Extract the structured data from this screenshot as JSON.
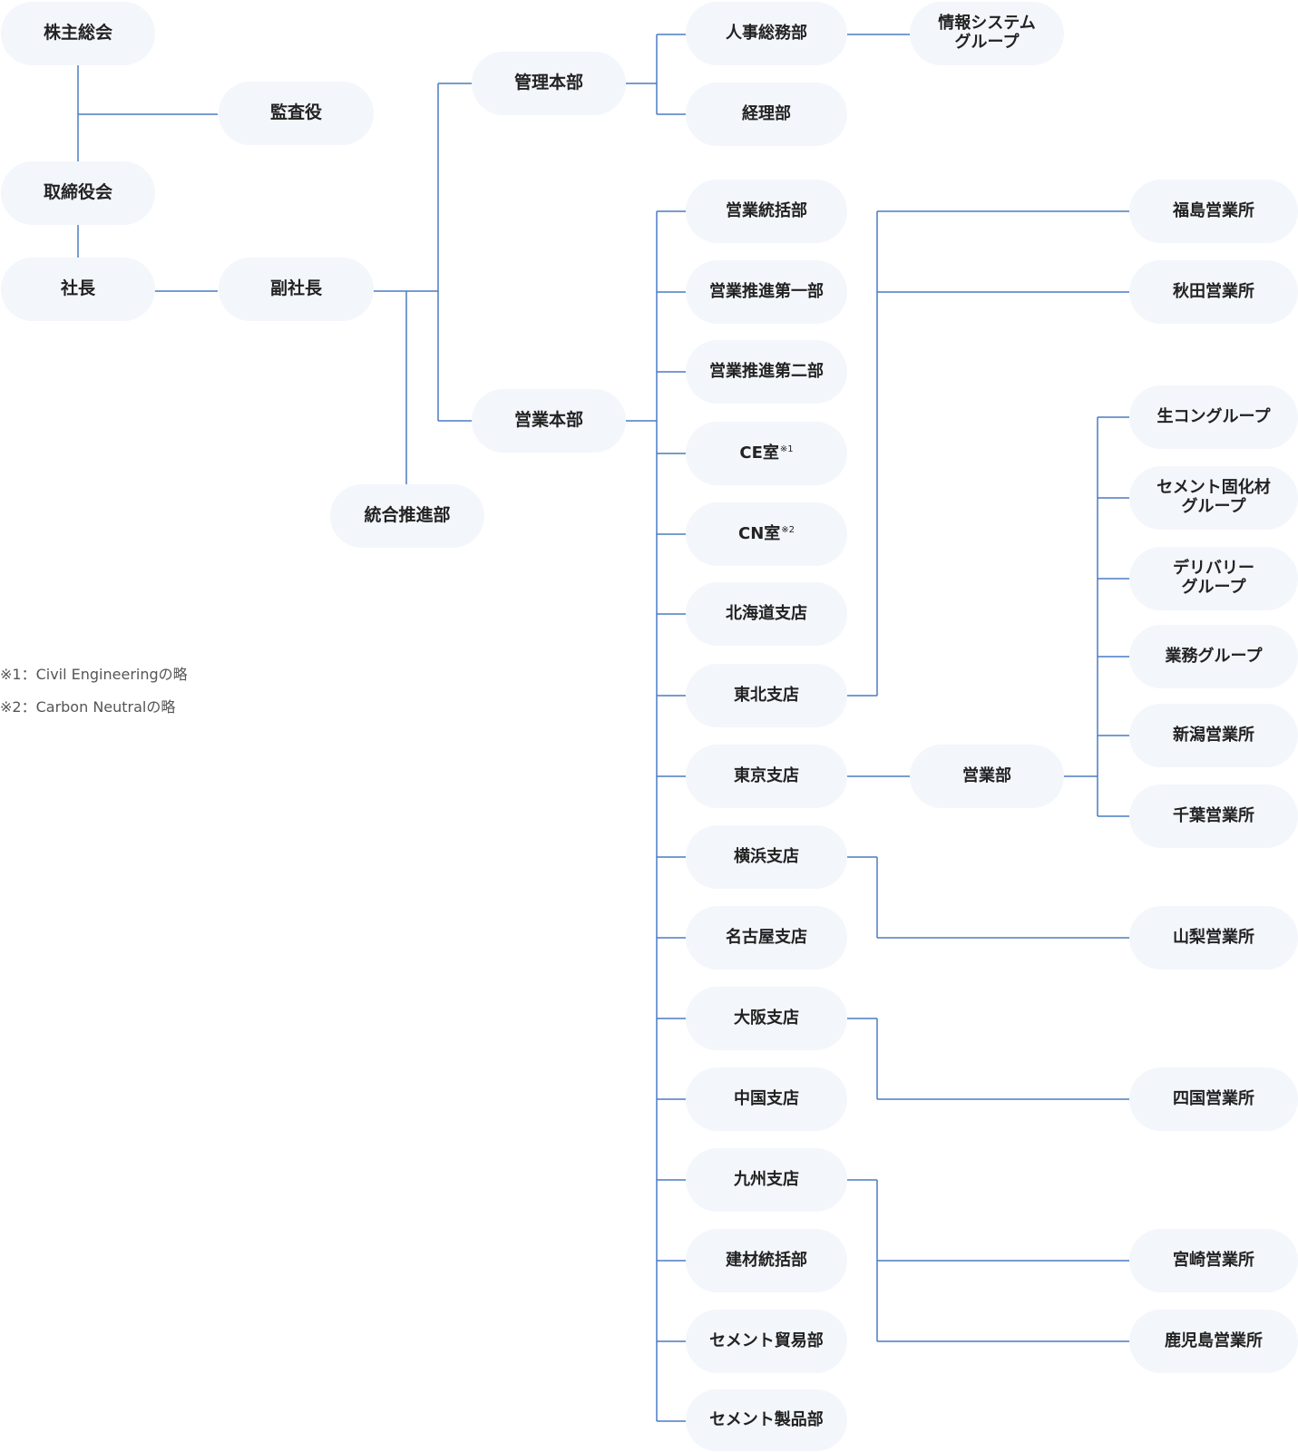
{
  "colors": {
    "line": "#4a7cc4",
    "node_bg": "#f3f6fb",
    "text": "#222222",
    "note_text": "#555555"
  },
  "nodes": {
    "shareholders_meeting": "株主総会",
    "auditor": "監査役",
    "board": "取締役会",
    "president": "社長",
    "vice_president": "副社長",
    "integration_dept": "統合推進部",
    "admin_hq": "管理本部",
    "sales_hq": "営業本部",
    "hr_dept": "人事総務部",
    "it_group_l1": "情報システム",
    "it_group_l2": "グループ",
    "accounting_dept": "経理部",
    "sales_coord": "営業統括部",
    "sales_promo1": "営業推進第一部",
    "sales_promo2": "営業推進第二部",
    "ce_room": "CE室",
    "ce_mark": "※1",
    "cn_room": "CN室",
    "cn_mark": "※2",
    "hokkaido": "北海道支店",
    "tohoku": "東北支店",
    "tokyo": "東京支店",
    "yokohama": "横浜支店",
    "nagoya": "名古屋支店",
    "osaka": "大阪支店",
    "chugoku": "中国支店",
    "kyushu": "九州支店",
    "materials": "建材統括部",
    "cement_trade": "セメント貿易部",
    "cement_products": "セメント製品部",
    "tokyo_sales": "営業部",
    "fukushima": "福島営業所",
    "akita": "秋田営業所",
    "namacon": "生コングループ",
    "cement_solid_l1": "セメント固化材",
    "cement_solid_l2": "グループ",
    "delivery_l1": "デリバリー",
    "delivery_l2": "グループ",
    "gyomu": "業務グループ",
    "niigata": "新潟営業所",
    "chiba": "千葉営業所",
    "yamanashi": "山梨営業所",
    "shikoku": "四国営業所",
    "miyazaki": "宮崎営業所",
    "kagoshima": "鹿児島営業所"
  },
  "notes": [
    "※1：Civil Engineeringの略",
    "※2：Carbon Neutralの略"
  ]
}
